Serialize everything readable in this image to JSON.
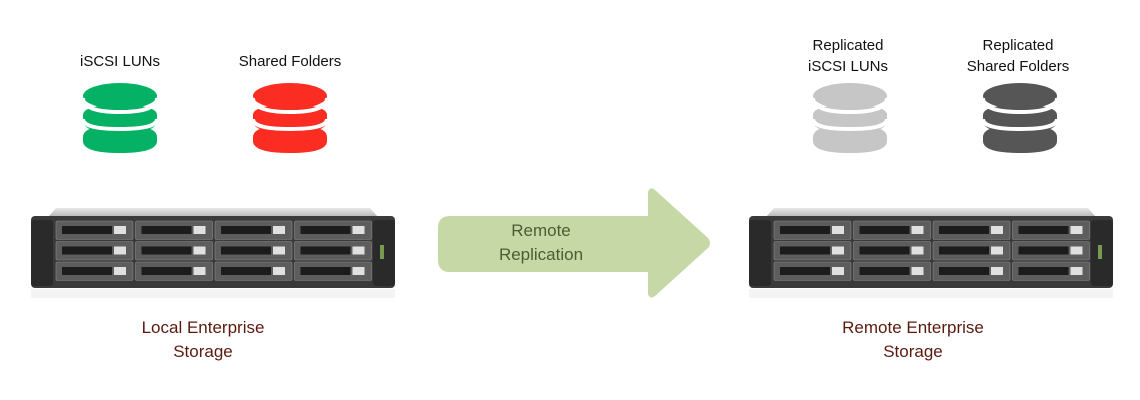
{
  "local": {
    "databases": [
      {
        "label_lines": [
          "iSCSI LUNs"
        ],
        "color": "#05b164"
      },
      {
        "label_lines": [
          "Shared Folders"
        ],
        "color": "#fb2c21"
      }
    ],
    "caption_lines": [
      "Local Enterprise",
      "Storage"
    ]
  },
  "remote": {
    "databases": [
      {
        "label_lines": [
          "Replicated",
          "iSCSI LUNs"
        ],
        "color": "#c6c6c6"
      },
      {
        "label_lines": [
          "Replicated",
          "Shared Folders"
        ],
        "color": "#565656"
      }
    ],
    "caption_lines": [
      "Remote Enterprise",
      "Storage"
    ]
  },
  "arrow": {
    "label_lines": [
      "Remote",
      "Replication"
    ],
    "color": "#c6d8a5"
  }
}
